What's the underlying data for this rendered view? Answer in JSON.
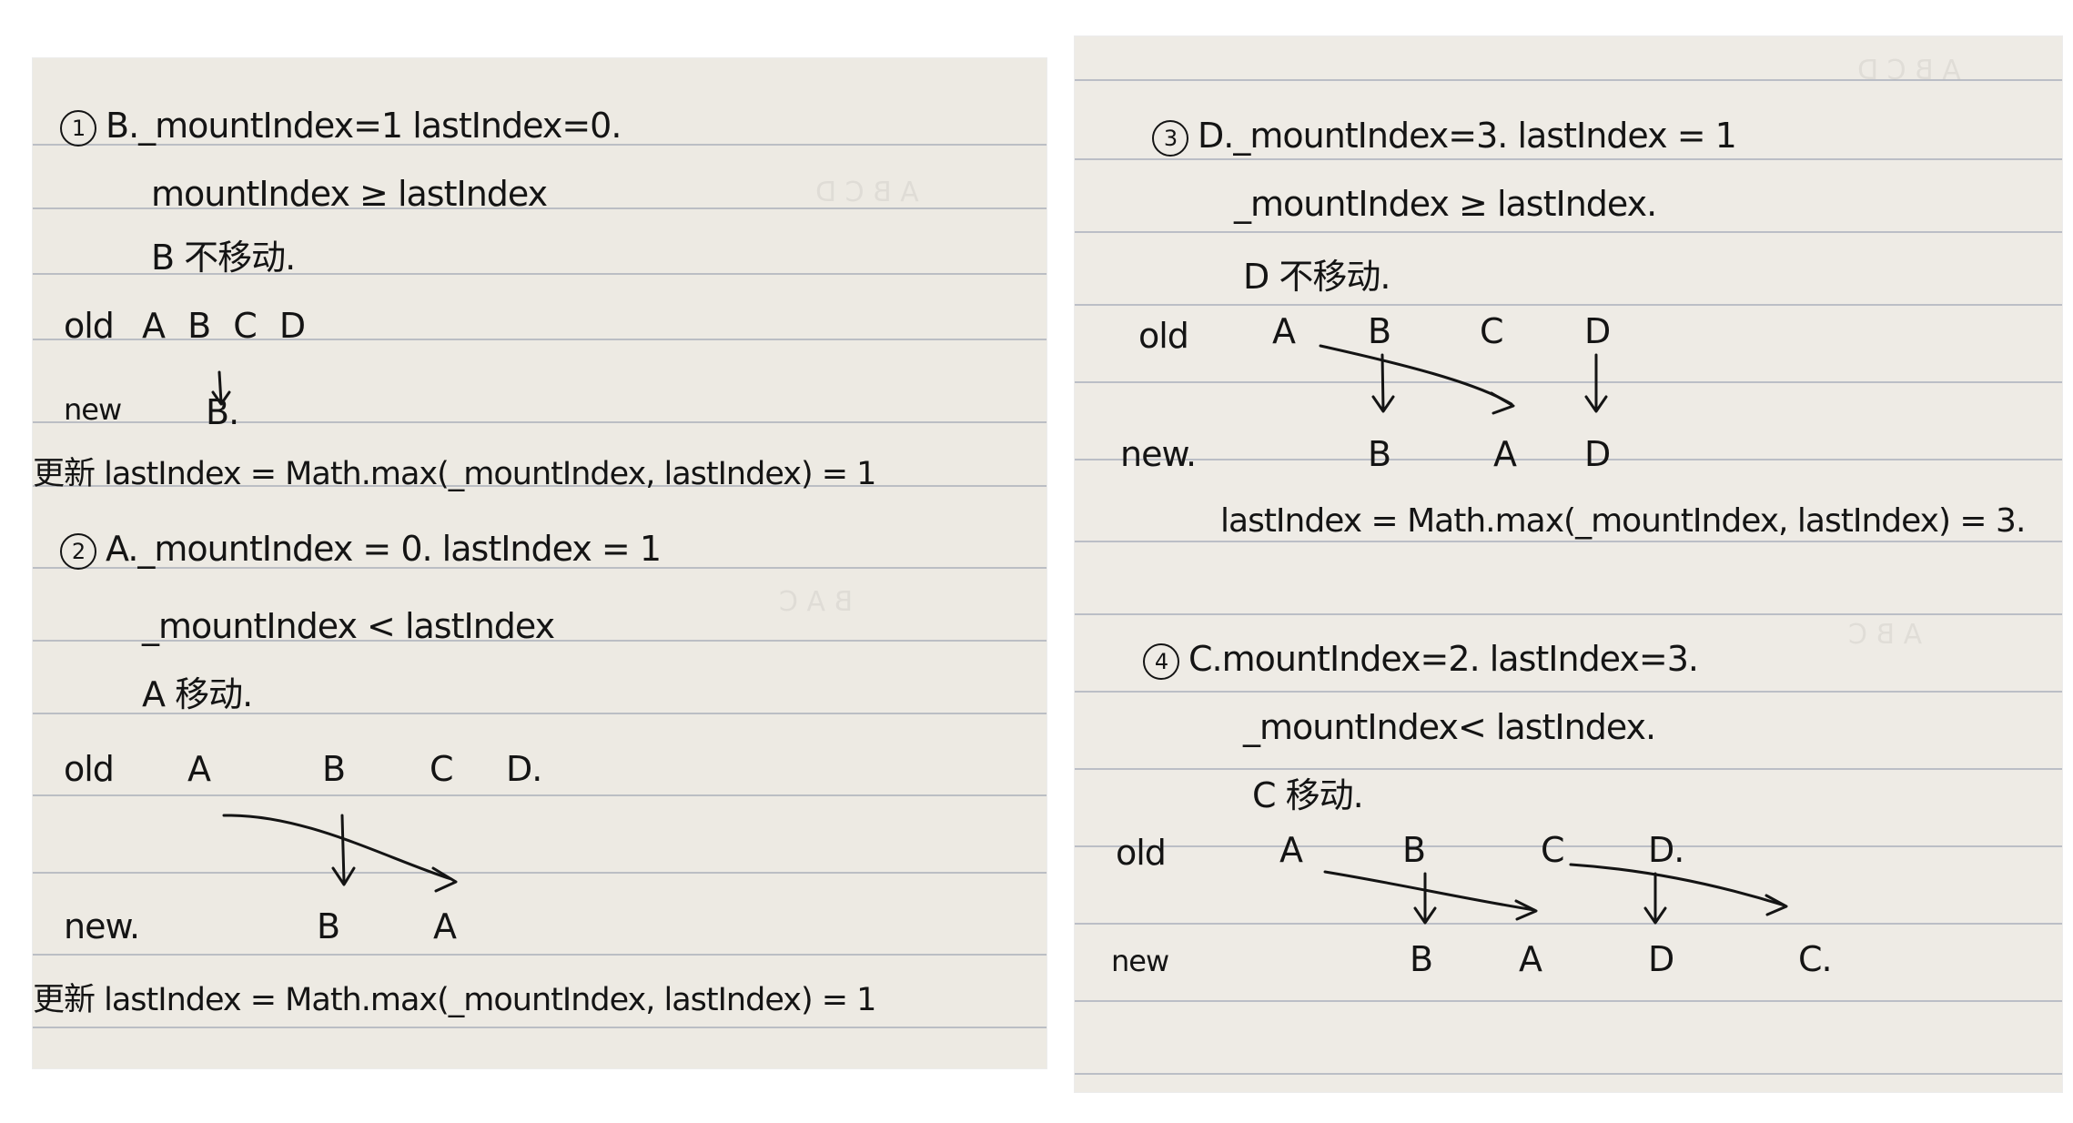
{
  "colors": {
    "paper": "#f1eee8",
    "rule": "#9fa6b4",
    "ink": "#141414"
  },
  "left_page": {
    "step1": {
      "number": "1",
      "line1": "B._mountIndex=1   lastIndex=0.",
      "line2": "mountIndex ≥ lastIndex",
      "line3": "B 不移动.",
      "old_label": "old",
      "old_items": "A B C D",
      "new_label": "new",
      "new_items": "B.",
      "update": "更新 lastIndex = Math.max(_mountIndex, lastIndex) = 1"
    },
    "step2": {
      "number": "2",
      "line1": "A._mountIndex = 0.  lastIndex = 1",
      "line2": "_mountIndex  <  lastIndex",
      "line3": "A 移动.",
      "old_label": "old",
      "old_items": [
        "A",
        "B",
        "C",
        "D."
      ],
      "new_label": "new.",
      "new_items": [
        "B",
        "A"
      ],
      "update": "更新  lastIndex = Math.max(_mountIndex, lastIndex) = 1"
    }
  },
  "right_page": {
    "step3": {
      "number": "3",
      "line1": "D._mountIndex=3.   lastIndex = 1",
      "line2": "_mountIndex ≥ lastIndex.",
      "line3": "D 不移动.",
      "old_label": "old",
      "old_items": [
        "A",
        "B",
        "C",
        "D"
      ],
      "new_label": "new.",
      "new_items": [
        "B",
        "A",
        "D"
      ],
      "update": "lastIndex = Math.max(_mountIndex, lastIndex) = 3."
    },
    "step4": {
      "number": "4",
      "line1": "C.mountIndex=2.   lastIndex=3.",
      "line2": "_mountIndex< lastIndex.",
      "line3": "C 移动.",
      "old_label": "old",
      "old_items": [
        "A",
        "B",
        "C",
        "D."
      ],
      "new_label": "new",
      "new_items": [
        "B",
        "A",
        "D",
        "C."
      ]
    }
  }
}
